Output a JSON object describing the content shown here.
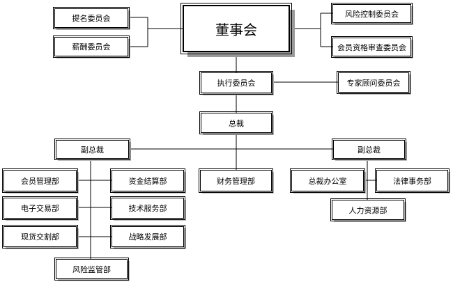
{
  "diagram": {
    "nodes": {
      "board": "董事会",
      "nomination": "提名委员会",
      "compensation": "薪酬委员会",
      "risk_control": "风险控制委员会",
      "membership_review": "会员资格审查委员会",
      "executive": "执行委员会",
      "expert_advisory": "专家顾问委员会",
      "president": "总裁",
      "vp_left": "副总裁",
      "vp_right": "副总裁",
      "member_mgmt": "会员管理部",
      "fund_settlement": "资金结算部",
      "e_trading": "电子交易部",
      "tech_services": "技术服务部",
      "spot_delivery": "现货交割部",
      "strategy_dev": "战略发展部",
      "risk_supervision": "风险监管部",
      "finance_mgmt": "财务管理部",
      "president_office": "总裁办公室",
      "legal_affairs": "法律事务部",
      "human_resources": "人力资源部"
    }
  }
}
